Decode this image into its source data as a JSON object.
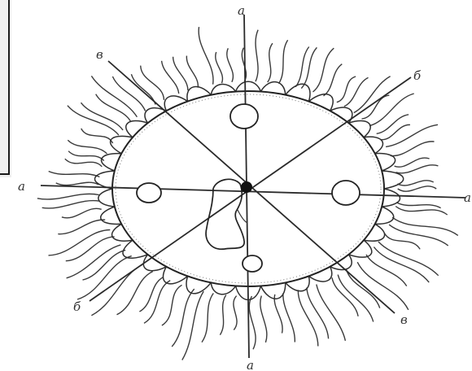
{
  "axis_labels": {
    "a_left": "a",
    "a_right": "a",
    "d_top": "a",
    "d_bottom": "a",
    "b_top_right": "б",
    "b_bottom_left": "б",
    "v_top_left": "в",
    "v_bottom_right": "в"
  },
  "colors": {
    "ink": "#2a2a2a",
    "paper": "#ffffff",
    "frame": "#1a1a1a"
  }
}
